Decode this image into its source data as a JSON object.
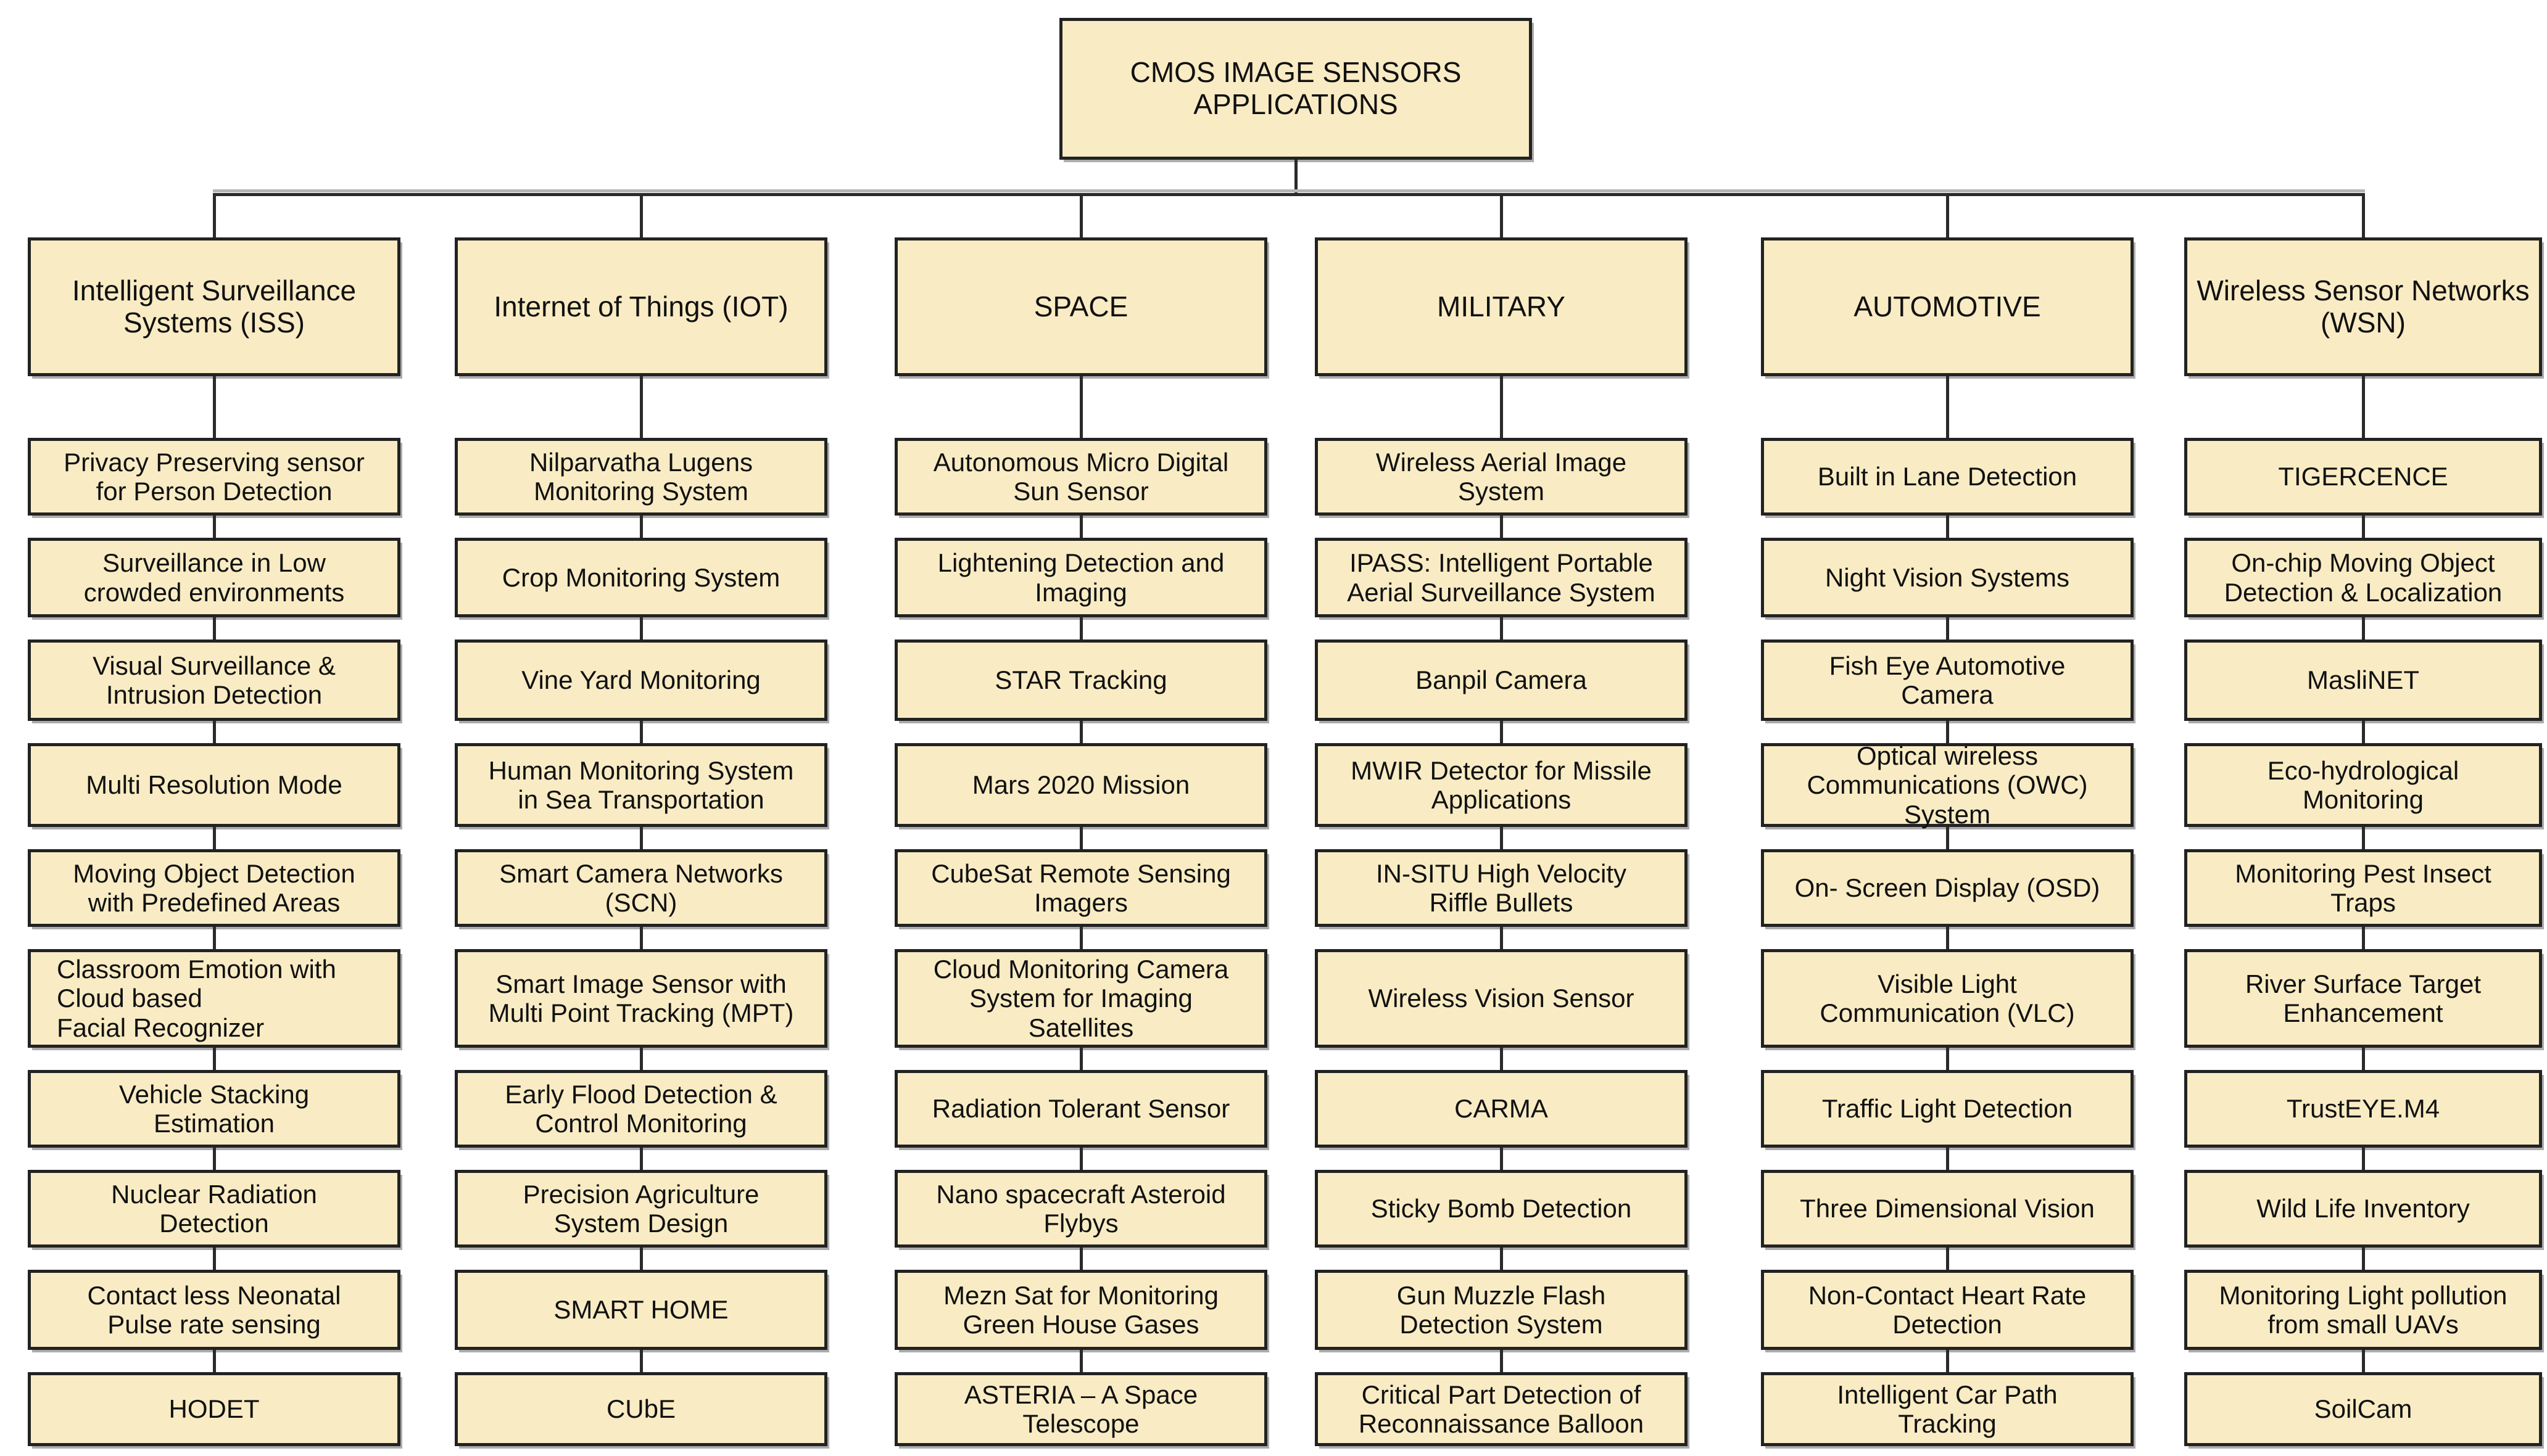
{
  "root": {
    "label": "CMOS IMAGE SENSORS\nAPPLICATIONS"
  },
  "colors": {
    "background": "#FFFFFF",
    "box_fill": "#F9ECC4",
    "box_border": "#222222",
    "connector": "#2A2A2A",
    "shadow": "#ACACAC",
    "text": "#111111"
  },
  "columns": [
    {
      "header": "Intelligent Surveillance\nSystems (ISS)",
      "items": [
        "Privacy Preserving sensor\nfor Person Detection",
        "Surveillance in Low\ncrowded environments",
        "Visual Surveillance &\nIntrusion Detection",
        "Multi Resolution Mode",
        "Moving Object Detection\nwith Predefined Areas",
        "Classroom Emotion with\nCloud based\nFacial Recognizer",
        "Vehicle Stacking\nEstimation",
        "Nuclear Radiation\nDetection",
        "Contact less Neonatal\nPulse rate sensing",
        "HODET"
      ]
    },
    {
      "header": "Internet of Things (IOT)",
      "items": [
        "Nilparvatha Lugens\nMonitoring System",
        "Crop Monitoring System",
        "Vine Yard Monitoring",
        "Human Monitoring System\nin Sea Transportation",
        "Smart Camera Networks\n(SCN)",
        "Smart Image Sensor with\nMulti Point Tracking (MPT)",
        "Early Flood Detection &\nControl Monitoring",
        "Precision Agriculture\nSystem Design",
        "SMART HOME",
        "CUbE"
      ]
    },
    {
      "header": "SPACE",
      "items": [
        "Autonomous Micro Digital\nSun Sensor",
        "Lightening Detection and\nImaging",
        "STAR Tracking",
        "Mars 2020 Mission",
        "CubeSat Remote Sensing\nImagers",
        "Cloud Monitoring Camera\nSystem for Imaging\nSatellites",
        "Radiation Tolerant Sensor",
        "Nano spacecraft Asteroid\nFlybys",
        "Mezn Sat for Monitoring\nGreen House Gases",
        "ASTERIA – A Space\nTelescope"
      ]
    },
    {
      "header": "MILITARY",
      "items": [
        "Wireless Aerial Image\nSystem",
        "IPASS: Intelligent Portable\nAerial Surveillance System",
        "Banpil Camera",
        "MWIR Detector for Missile\nApplications",
        "IN-SITU High Velocity\nRiffle Bullets",
        "Wireless Vision Sensor",
        "CARMA",
        "Sticky Bomb Detection",
        "Gun Muzzle Flash\nDetection System",
        "Critical Part Detection of\nReconnaissance Balloon"
      ]
    },
    {
      "header": "AUTOMOTIVE",
      "items": [
        "Built in Lane Detection",
        "Night Vision Systems",
        "Fish Eye Automotive\nCamera",
        "Optical wireless\nCommunications (OWC)\nSystem",
        "On- Screen Display (OSD)",
        "Visible Light\nCommunication (VLC)",
        "Traffic Light Detection",
        "Three Dimensional Vision",
        "Non-Contact Heart Rate\nDetection",
        "Intelligent Car Path\nTracking"
      ]
    },
    {
      "header": "Wireless Sensor Networks\n(WSN)",
      "items": [
        "TIGERCENCE",
        "On-chip Moving Object\nDetection & Localization",
        "MasliNET",
        "Eco-hydrological\nMonitoring",
        "Monitoring Pest Insect\nTraps",
        "River Surface Target\nEnhancement",
        "TrustEYE.M4",
        "Wild Life Inventory",
        "Monitoring Light pollution\nfrom small UAVs",
        "SoilCam"
      ]
    }
  ]
}
